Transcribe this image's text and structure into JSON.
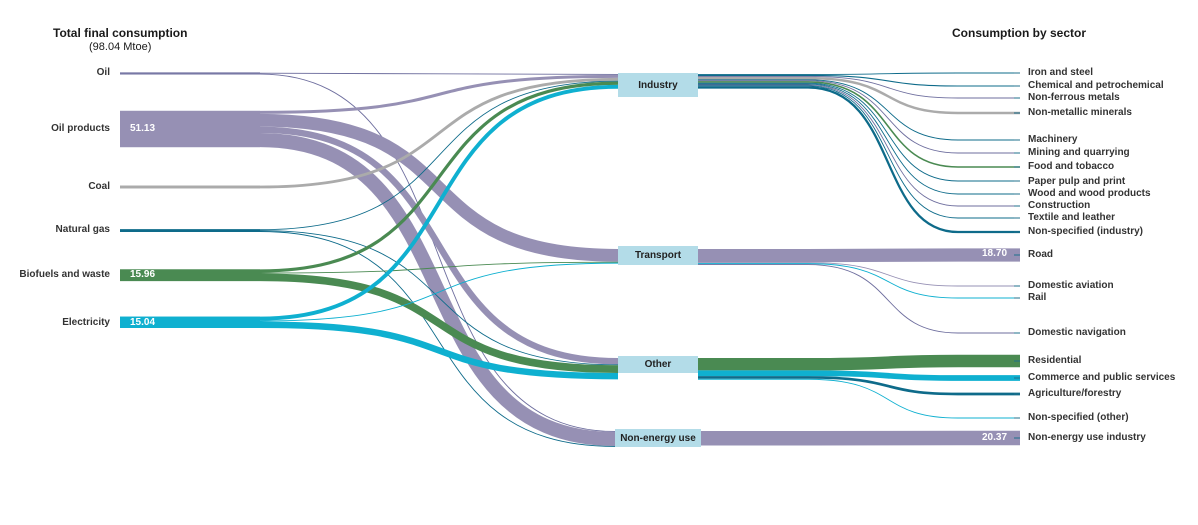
{
  "header": {
    "left_title": "Total final consumption",
    "left_subtitle": "(98.04 Mtoe)",
    "right_title": "Consumption by sector"
  },
  "colors": {
    "oil": "#6e6e9e",
    "oil_products": "#9690b4",
    "coal": "#ababab",
    "natural_gas": "#0e6b8a",
    "biofuels": "#4a8a52",
    "electricity": "#0fb0d0",
    "hub": "#b3dce8"
  },
  "sources": [
    {
      "id": "oil",
      "label": "Oil",
      "value_label": ""
    },
    {
      "id": "oil_products",
      "label": "Oil products",
      "value_label": "51.13"
    },
    {
      "id": "coal",
      "label": "Coal",
      "value_label": ""
    },
    {
      "id": "natural_gas",
      "label": "Natural gas",
      "value_label": ""
    },
    {
      "id": "biofuels",
      "label": "Biofuels and waste",
      "value_label": "15.96"
    },
    {
      "id": "electricity",
      "label": "Electricity",
      "value_label": "15.04"
    }
  ],
  "hubs": [
    {
      "id": "industry",
      "label": "Industry"
    },
    {
      "id": "transport",
      "label": "Transport"
    },
    {
      "id": "other",
      "label": "Other"
    },
    {
      "id": "nonenergy",
      "label": "Non-energy use"
    }
  ],
  "targets": [
    {
      "id": "iron",
      "label": "Iron and steel"
    },
    {
      "id": "chem",
      "label": "Chemical and petrochemical"
    },
    {
      "id": "nonferrous",
      "label": "Non-ferrous metals"
    },
    {
      "id": "nonmetallic",
      "label": "Non-metallic minerals"
    },
    {
      "id": "machinery",
      "label": "Machinery"
    },
    {
      "id": "mining",
      "label": "Mining and quarrying"
    },
    {
      "id": "food",
      "label": "Food and tobacco"
    },
    {
      "id": "paper",
      "label": "Paper pulp and print"
    },
    {
      "id": "wood",
      "label": "Wood and wood products"
    },
    {
      "id": "construction",
      "label": "Construction"
    },
    {
      "id": "textile",
      "label": "Textile and leather"
    },
    {
      "id": "nonspec_ind",
      "label": "Non-specified (industry)"
    },
    {
      "id": "road",
      "label": "Road"
    },
    {
      "id": "dom_aviation",
      "label": "Domestic aviation"
    },
    {
      "id": "rail",
      "label": "Rail"
    },
    {
      "id": "dom_navigation",
      "label": "Domestic navigation"
    },
    {
      "id": "residential",
      "label": "Residential"
    },
    {
      "id": "commerce",
      "label": "Commerce and public services"
    },
    {
      "id": "agri",
      "label": "Agriculture/forestry"
    },
    {
      "id": "nonspec_other",
      "label": "Non-specified (other)"
    },
    {
      "id": "nonenergy_ind",
      "label": "Non-energy use industry"
    }
  ],
  "value_labels": {
    "road": "18.70",
    "nonenergy_industry": "20.37"
  },
  "flows_in": [
    {
      "from": "oil",
      "to": "industry",
      "value": 0.3,
      "color": "oil"
    },
    {
      "from": "oil",
      "to": "nonenergy",
      "value": 0.4,
      "color": "oil"
    },
    {
      "from": "oil_products",
      "to": "industry",
      "value": 4.2,
      "color": "oil_products"
    },
    {
      "from": "oil_products",
      "to": "transport",
      "value": 18.0,
      "color": "oil_products"
    },
    {
      "from": "oil_products",
      "to": "other",
      "value": 9.0,
      "color": "oil_products"
    },
    {
      "from": "oil_products",
      "to": "nonenergy",
      "value": 19.9,
      "color": "oil_products"
    },
    {
      "from": "coal",
      "to": "industry",
      "value": 4.0,
      "color": "coal"
    },
    {
      "from": "natural_gas",
      "to": "industry",
      "value": 1.2,
      "color": "natural_gas"
    },
    {
      "from": "natural_gas",
      "to": "other",
      "value": 0.5,
      "color": "natural_gas"
    },
    {
      "from": "natural_gas",
      "to": "nonenergy",
      "value": 0.4,
      "color": "natural_gas"
    },
    {
      "from": "biofuels",
      "to": "industry",
      "value": 4.5,
      "color": "biofuels"
    },
    {
      "from": "biofuels",
      "to": "transport",
      "value": 0.6,
      "color": "biofuels"
    },
    {
      "from": "biofuels",
      "to": "other",
      "value": 10.8,
      "color": "biofuels"
    },
    {
      "from": "electricity",
      "to": "industry",
      "value": 5.5,
      "color": "electricity"
    },
    {
      "from": "electricity",
      "to": "transport",
      "value": 0.4,
      "color": "electricity"
    },
    {
      "from": "electricity",
      "to": "other",
      "value": 9.1,
      "color": "electricity"
    }
  ],
  "flows_out": [
    {
      "from": "industry",
      "to": "iron",
      "value": 0.8,
      "color": "natural_gas"
    },
    {
      "from": "industry",
      "to": "chem",
      "value": 1.5,
      "color": "natural_gas"
    },
    {
      "from": "industry",
      "to": "nonferrous",
      "value": 0.4,
      "color": "oil"
    },
    {
      "from": "industry",
      "to": "nonmetallic",
      "value": 3.5,
      "color": "coal"
    },
    {
      "from": "industry",
      "to": "machinery",
      "value": 1.0,
      "color": "natural_gas"
    },
    {
      "from": "industry",
      "to": "mining",
      "value": 0.3,
      "color": "oil"
    },
    {
      "from": "industry",
      "to": "food",
      "value": 2.2,
      "color": "biofuels"
    },
    {
      "from": "industry",
      "to": "paper",
      "value": 1.0,
      "color": "natural_gas"
    },
    {
      "from": "industry",
      "to": "wood",
      "value": 1.0,
      "color": "natural_gas"
    },
    {
      "from": "industry",
      "to": "construction",
      "value": 0.4,
      "color": "oil"
    },
    {
      "from": "industry",
      "to": "textile",
      "value": 0.5,
      "color": "natural_gas"
    },
    {
      "from": "industry",
      "to": "nonspec_ind",
      "value": 3.2,
      "color": "natural_gas"
    },
    {
      "from": "transport",
      "to": "road",
      "value": 18.7,
      "color": "oil_products"
    },
    {
      "from": "transport",
      "to": "dom_aviation",
      "value": 0.1,
      "color": "oil_products"
    },
    {
      "from": "transport",
      "to": "rail",
      "value": 0.3,
      "color": "electricity"
    },
    {
      "from": "transport",
      "to": "dom_navigation",
      "value": 0.1,
      "color": "oil"
    },
    {
      "from": "other",
      "to": "residential",
      "value": 17.5,
      "color": "biofuels"
    },
    {
      "from": "other",
      "to": "commerce",
      "value": 8.0,
      "color": "electricity"
    },
    {
      "from": "other",
      "to": "agri",
      "value": 3.8,
      "color": "natural_gas"
    },
    {
      "from": "other",
      "to": "nonspec_other",
      "value": 0.1,
      "color": "electricity"
    },
    {
      "from": "nonenergy",
      "to": "nonenergy_ind",
      "value": 20.37,
      "color": "oil_products"
    }
  ]
}
